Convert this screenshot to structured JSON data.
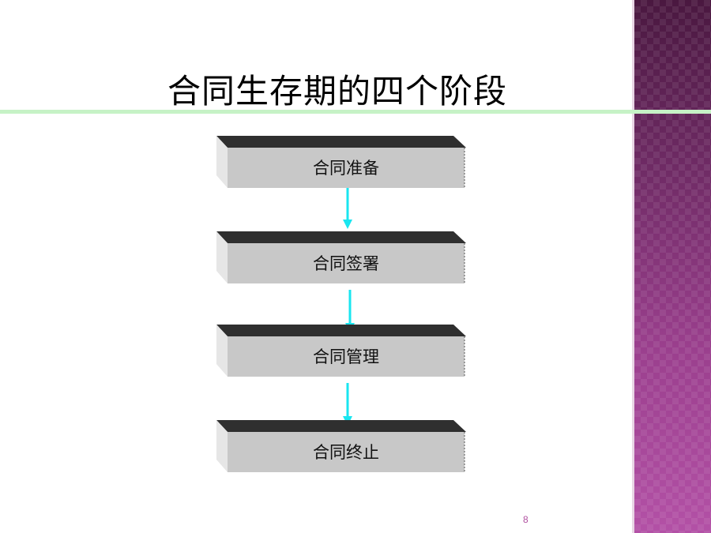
{
  "slide": {
    "title": "合同生存期的四个阶段",
    "page_number": "8"
  },
  "flow": {
    "steps": [
      {
        "label": "合同准备"
      },
      {
        "label": "合同签署"
      },
      {
        "label": "合同管理"
      },
      {
        "label": "合同终止"
      }
    ]
  },
  "colors": {
    "box_face": "#c8c8c8",
    "box_top_bevel": "#303030",
    "arrow": "#19e6f0",
    "title_underline": "#c6f2c6",
    "side_band": "#7a2f6e"
  }
}
